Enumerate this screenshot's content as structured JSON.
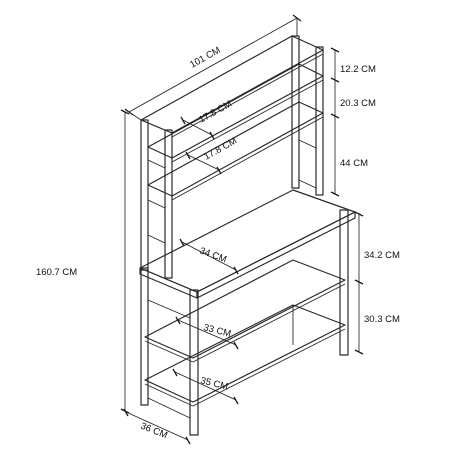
{
  "dimensions": {
    "total_width": "101 CM",
    "top_shelf_gap": "12.2 CM",
    "second_shelf_gap": "20.3 CM",
    "hutch_lower_gap": "44 CM",
    "upper_shelf_depth": "17.8 CM",
    "middle_shelf_depth": "17.8 CM",
    "total_height": "160.7 CM",
    "desk_depth": "34 CM",
    "desk_to_shelf_gap": "34.2 CM",
    "bottom_shelf_gap": "30.3 CM",
    "lower_shelf_depth": "33 CM",
    "bottom_shelf_depth": "35 CM",
    "base_depth": "36 CM"
  }
}
